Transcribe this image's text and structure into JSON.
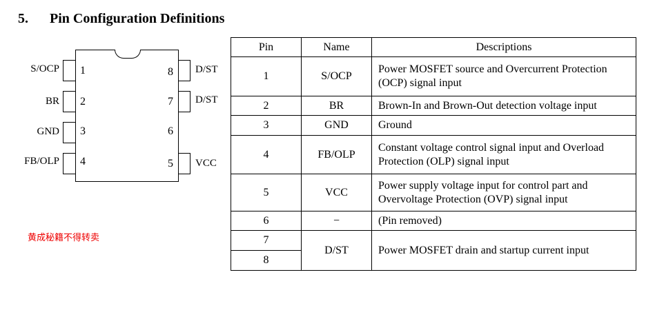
{
  "title": {
    "number": "5.",
    "text": "Pin Configuration Definitions"
  },
  "diagram": {
    "left_pins": [
      {
        "num": "1",
        "name": "S/OCP"
      },
      {
        "num": "2",
        "name": "BR"
      },
      {
        "num": "3",
        "name": "GND"
      },
      {
        "num": "4",
        "name": "FB/OLP"
      }
    ],
    "right_pins": [
      {
        "num": "8",
        "name": "D/ST"
      },
      {
        "num": "7",
        "name": "D/ST"
      },
      {
        "num": "6",
        "name": ""
      },
      {
        "num": "5",
        "name": "VCC"
      }
    ]
  },
  "watermark": "黄成秘籍不得转卖",
  "table": {
    "headers": [
      "Pin",
      "Name",
      "Descriptions"
    ],
    "rows": [
      {
        "pin": "1",
        "name": "S/OCP",
        "desc": "Power MOSFET source and Overcurrent Protection (OCP) signal input"
      },
      {
        "pin": "2",
        "name": "BR",
        "desc": "Brown-In and Brown-Out detection voltage input"
      },
      {
        "pin": "3",
        "name": "GND",
        "desc": "Ground"
      },
      {
        "pin": "4",
        "name": "FB/OLP",
        "desc": "Constant voltage control signal input and Overload Protection (OLP) signal input"
      },
      {
        "pin": "5",
        "name": "VCC",
        "desc": "Power supply voltage input for control part and Overvoltage Protection (OVP) signal input"
      },
      {
        "pin": "6",
        "name": "−",
        "desc": "(Pin removed)"
      },
      {
        "pin": "7",
        "name": "D/ST",
        "desc": "Power MOSFET drain and startup current input"
      },
      {
        "pin": "8"
      }
    ]
  }
}
